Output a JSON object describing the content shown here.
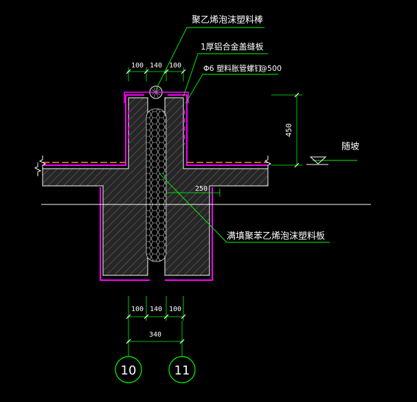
{
  "labels": {
    "foam_rod": "聚乙烯泡沫塑料棒",
    "cover_plate": "1厚铝合金盖缝板",
    "bolt": "Φ6 塑料胀管螺钉",
    "bolt_spacing": "@500",
    "slope": "随坡",
    "filler_board": "满填聚苯乙烯泡沫塑料板"
  },
  "dimensions": {
    "top_left": "100",
    "top_mid": "140",
    "top_right": "100",
    "height": "450",
    "offset": "250",
    "bottom_left": "100",
    "bottom_mid": "140",
    "bottom_right": "100",
    "total": "340"
  },
  "axes": {
    "left": "10",
    "right": "11"
  },
  "colors": {
    "background": "#000000",
    "concrete_outline": "#ffffff",
    "membrane": "#ff00ff",
    "leader": "#00ff00",
    "axis_circle": "#00ff00",
    "dim_line": "#00ff00",
    "orange_layer": "#ff8040"
  }
}
